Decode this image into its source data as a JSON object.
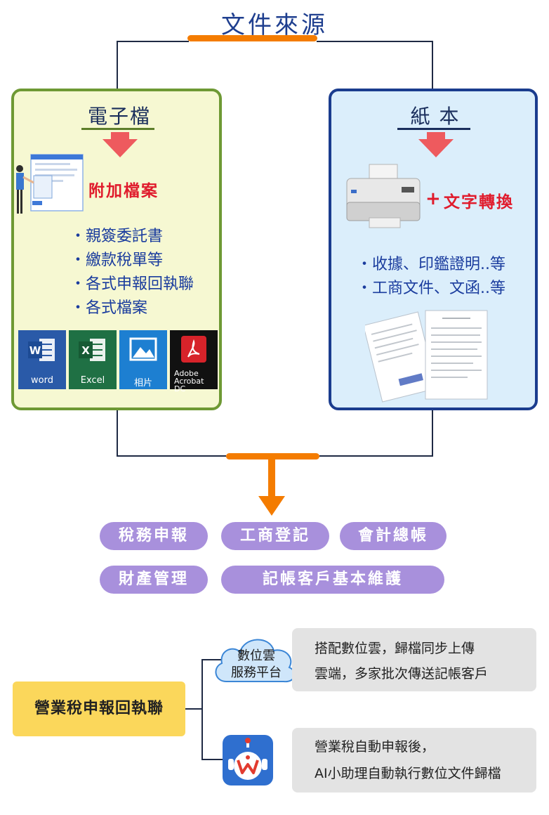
{
  "title": "文件來源",
  "left_panel": {
    "title": "電子檔",
    "attach_label": "附加檔案",
    "bullets": [
      "親簽委託書",
      "繳款稅單等",
      "各式申報回執聯",
      "各式檔案"
    ],
    "tiles": [
      {
        "letter": "W",
        "label": "word",
        "color": "#2a5aa8"
      },
      {
        "letter": "X",
        "label": "Excel",
        "color": "#1f7044"
      },
      {
        "letter": "",
        "label": "相片",
        "color": "#1d7fd1"
      },
      {
        "letter": "",
        "label": "Adobe\nAcrobat DC",
        "color": "#111111"
      }
    ]
  },
  "right_panel": {
    "title": "紙 本",
    "convert_label": "文字轉換",
    "bullets": [
      "收據、印鑑證明..等",
      "工商文件、文函..等"
    ]
  },
  "pills": [
    "稅務申報",
    "工商登記",
    "會計總帳",
    "財產管理",
    "記帳客戶基本維護"
  ],
  "bottom": {
    "yellow_label": "營業稅申報回執聯",
    "cloud_label": [
      "數位雲",
      "服務平台"
    ],
    "note1": [
      "搭配數位雲，歸檔同步上傳",
      "雲端，多家批次傳送記帳客戶"
    ],
    "note2": [
      "營業稅自動申報後，",
      "AI小助理自動執行數位文件歸檔"
    ]
  },
  "colors": {
    "accent_orange": "#f47c00",
    "left_border": "#6e9934",
    "right_border": "#1a3c8e",
    "pill": "#a890dc",
    "yellow": "#fbd75b"
  }
}
